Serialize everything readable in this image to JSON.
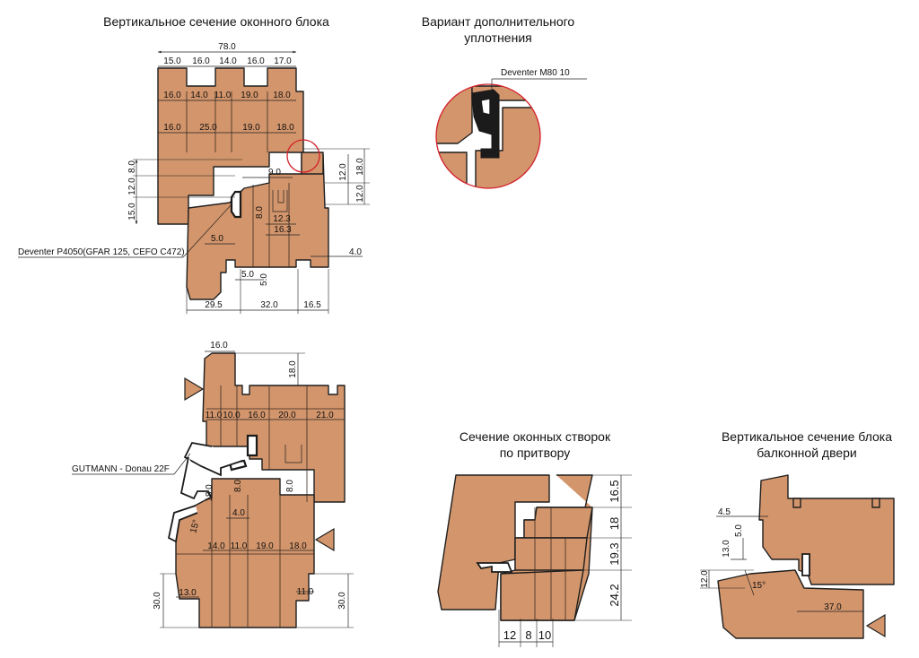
{
  "titles": {
    "vertical_section": "Вертикальное сечение оконного блока",
    "extra_seal_line1": "Вариант дополнительного",
    "extra_seal_line2": "уплотнения",
    "sash_section_line1": "Сечение оконных створок",
    "sash_section_line2": "по притвору",
    "balcony_line1": "Вертикальное сечение блока",
    "balcony_line2": "балконной двери"
  },
  "labels": {
    "deventer_m80": "Deventer M80 10",
    "deventer_p4050": "Deventer P4050(GFAR 125, CEFO C472)",
    "gutmann": "GUTMANN - Donau 22F"
  },
  "top_section": {
    "overall": "78.0",
    "row1": [
      "15.0",
      "16.0",
      "14.0",
      "16.0",
      "17.0"
    ],
    "row2": [
      "16.0",
      "14.0",
      "11.0",
      "19.0",
      "18.0"
    ],
    "row3": [
      "16.0",
      "25.0",
      "19.0",
      "18.0"
    ],
    "left_vertical": [
      "8.0",
      "12.0",
      "15.0"
    ],
    "right_vertical": [
      "12.0",
      "18.0",
      "12.0"
    ],
    "inner": [
      "9.0",
      "8.0",
      "12.3",
      "16.3",
      "5.0",
      "5.0",
      "5.0"
    ],
    "small_right": "4.0",
    "bottom": [
      "29.5",
      "32.0",
      "16.5"
    ]
  },
  "lower_section": {
    "top_width": "16.0",
    "top_height": "18.0",
    "row1": [
      "11.0",
      "10.0",
      "16.0",
      "20.0",
      "21.0"
    ],
    "sash_vertical": [
      "18.0",
      "8.0",
      "8.0"
    ],
    "inner": "4.0",
    "angle": "15°",
    "row2": [
      "14.0",
      "11.0",
      "19.0",
      "18.0"
    ],
    "bottom_left": "13.0",
    "bottom_right": "11.0",
    "left_height": "30.0",
    "right_height": "30.0"
  },
  "sash_section": {
    "right_vertical": [
      "16.5",
      "18",
      "19.3",
      "24.2"
    ],
    "bottom": [
      "12",
      "8",
      "10"
    ]
  },
  "balcony_section": {
    "dims": [
      "4.5",
      "5.0",
      "13.0",
      "12.0",
      "37.0"
    ],
    "angle": "15°"
  }
}
